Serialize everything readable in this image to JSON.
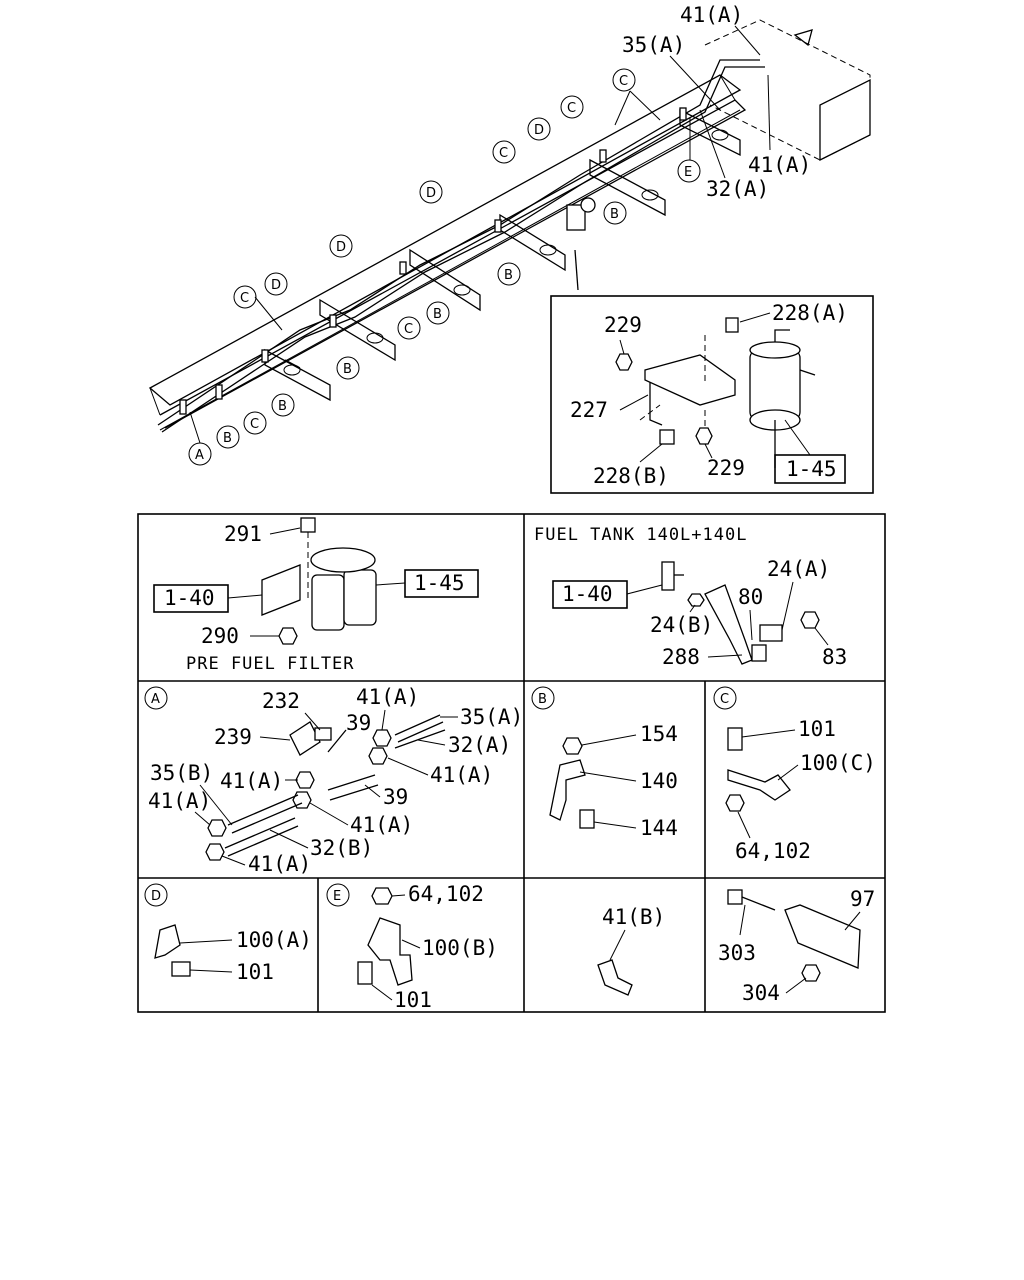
{
  "callouts": {
    "top_41a_top": "41(A)",
    "top_35a": "35(A)",
    "top_41a_right": "41(A)",
    "top_32a": "32(A)",
    "C": "C",
    "D": "D",
    "B": "B",
    "A": "A",
    "E": "E"
  },
  "inset_filter": {
    "p229a": "229",
    "p228a": "228(A)",
    "p227": "227",
    "p228b": "228(B)",
    "p229b": "229",
    "ref": "1-45"
  },
  "pre_fuel_filter": {
    "title": "PRE FUEL FILTER",
    "p291": "291",
    "ref140": "1-40",
    "ref145": "1-45",
    "p290": "290"
  },
  "fuel_tank": {
    "title": "FUEL TANK 140L+140L",
    "ref140": "1-40",
    "p24a": "24(A)",
    "p80": "80",
    "p24b": "24(B)",
    "p288": "288",
    "p83": "83"
  },
  "panel_a": {
    "tag": "A",
    "p232": "232",
    "p41a_1": "41(A)",
    "p35a": "35(A)",
    "p239": "239",
    "p39_1": "39",
    "p32a": "32(A)",
    "p35b": "35(B)",
    "p41a_2": "41(A)",
    "p41a_3": "41(A)",
    "p39_2": "39",
    "p41a_4": "41(A)",
    "p41a_5": "41(A)",
    "p32b": "32(B)",
    "p41a_6": "41(A)"
  },
  "panel_b": {
    "tag": "B",
    "p154": "154",
    "p140": "140",
    "p144": "144"
  },
  "panel_c": {
    "tag": "C",
    "p101": "101",
    "p100c": "100(C)",
    "p64": "64,102"
  },
  "panel_d": {
    "tag": "D",
    "p100a": "100(A)",
    "p101": "101"
  },
  "panel_e": {
    "tag": "E",
    "p64": "64,102",
    "p100b": "100(B)",
    "p101": "101"
  },
  "panel_41b": {
    "p41b": "41(B)"
  },
  "panel_97": {
    "p97": "97",
    "p303": "303",
    "p304": "304"
  }
}
